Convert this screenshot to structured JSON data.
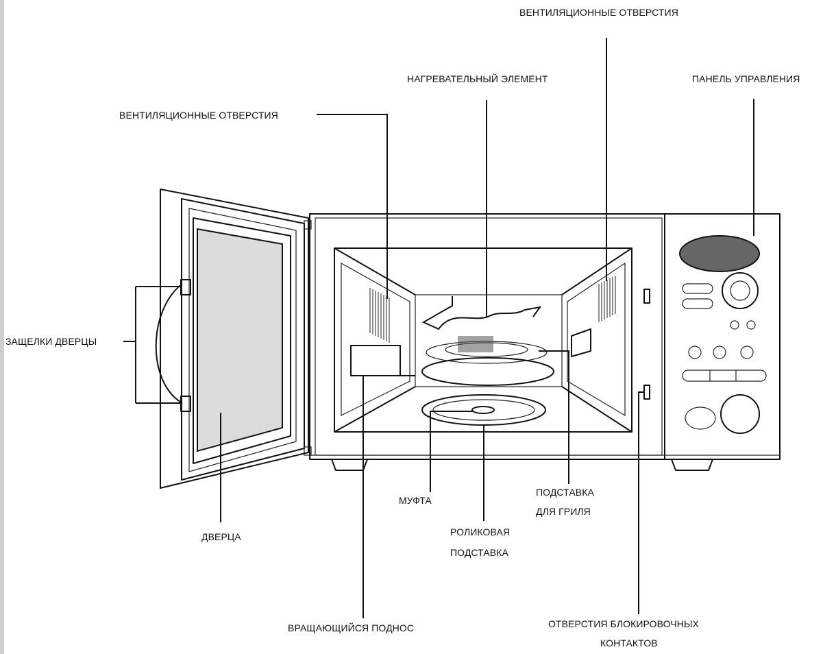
{
  "labels": {
    "vent_top": "ВЕНТИЛЯЦИОННЫЕ ОТВЕРСТИЯ",
    "heating_element": "НАГРЕВАТЕЛЬНЫЙ ЭЛЕМЕНТ",
    "control_panel": "ПАНЕЛЬ УПРАВЛЕНИЯ",
    "vent_left": "ВЕНТИЛЯЦИОННЫЕ ОТВЕРСТИЯ",
    "door_latches": "ЗАЩЕЛКИ ДВЕРЦЫ",
    "door": "ДВЕРЦА",
    "coupler": "МУФТА",
    "grill_rack_1": "ПОДСТАВКА",
    "grill_rack_2": "ДЛЯ ГРИЛЯ",
    "roller_ring_1": "РОЛИКОВАЯ",
    "roller_ring_2": "ПОДСТАВКА",
    "turntable": "ВРАЩАЮЩИЙСЯ ПОДНОС",
    "interlock_1": "ОТВЕРСТИЯ БЛОКИРОВОЧНЫХ",
    "interlock_2": "КОНТАКТОВ"
  },
  "colors": {
    "line": "#111111",
    "glass": "#dcdcdc",
    "background": "#ffffff",
    "left_bar": "#cfcfcf"
  }
}
